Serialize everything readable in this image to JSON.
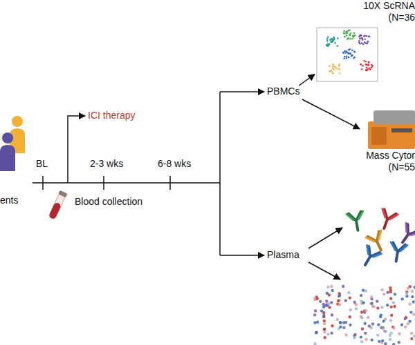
{
  "diagram": {
    "nodes": [
      {
        "text": [
          "PBMCs"
        ]
      },
      {
        "text": [
          "10X ScRNA",
          "(N=36"
        ]
      },
      {
        "text": [
          "Mass Cytor",
          "(N=55"
        ]
      },
      {
        "text": [
          "Plasma"
        ]
      }
    ],
    "edges": [
      {
        "from": 0,
        "to": 1,
        "arrow": "to"
      },
      {
        "from": 0,
        "to": 2,
        "arrow": "to"
      }
    ],
    "labels": [
      "ents",
      "BL",
      "ICI therapy",
      "2-3 wks",
      "6-8 wks",
      "Blood collection"
    ]
  }
}
